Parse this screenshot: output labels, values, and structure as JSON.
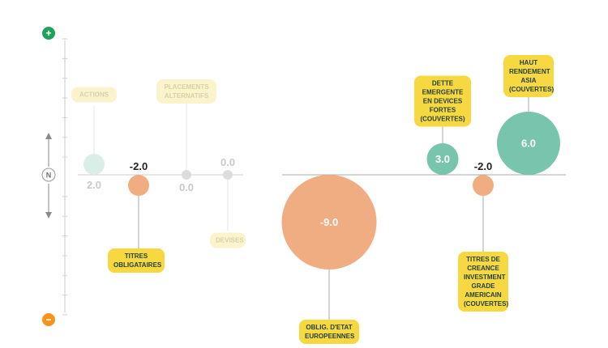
{
  "chart_data": {
    "type": "bubble",
    "title": "",
    "xlabel": "",
    "ylabel": "",
    "ylim": [
      -10,
      10
    ],
    "axis_symbols": {
      "top": "+",
      "middle": "N",
      "bottom": "−"
    },
    "items": [
      {
        "name": "ACTIONS",
        "value": 2.0,
        "value_label": "2.0",
        "active": false
      },
      {
        "name": "TITRES OBLIGATAIRES",
        "value": -2.0,
        "value_label": "-2.0",
        "active": true
      },
      {
        "name": "PLACEMENTS ALTERNATIFS",
        "value": 0.0,
        "value_label": "0.0",
        "active": false
      },
      {
        "name": "DEVISES",
        "value": 0.0,
        "value_label": "0.0",
        "active": false
      },
      {
        "name": "OBLIG. D'ETAT EUROPEENNES",
        "value": -9.0,
        "value_label": "-9.0",
        "active": true
      },
      {
        "name": "DETTE EMERGENTE EN DEVICES FORTES (COUVERTES)",
        "value": 3.0,
        "value_label": "3.0",
        "active": true
      },
      {
        "name": "TITRES DE CREANCE INVESTMENT GRADE AMERICAIN (COUVERTES)",
        "value": -2.0,
        "value_label": "-2.0",
        "active": true
      },
      {
        "name": "HAUT RENDEMENT ASIA (COUVERTES)",
        "value": 6.0,
        "value_label": "6.0",
        "active": true
      }
    ]
  },
  "colors": {
    "positive": "#79c4ad",
    "positive_faded": "#d9eee7",
    "negative": "#f0ad82",
    "neutral": "#dcdcdc",
    "plus_button": "#1fa25a",
    "minus_button": "#f7941d",
    "label_bg": "#f7d840",
    "label_bg_faded": "#fbf3cc",
    "label_text": "#1f3f35",
    "axis": "#cfcfcf"
  }
}
